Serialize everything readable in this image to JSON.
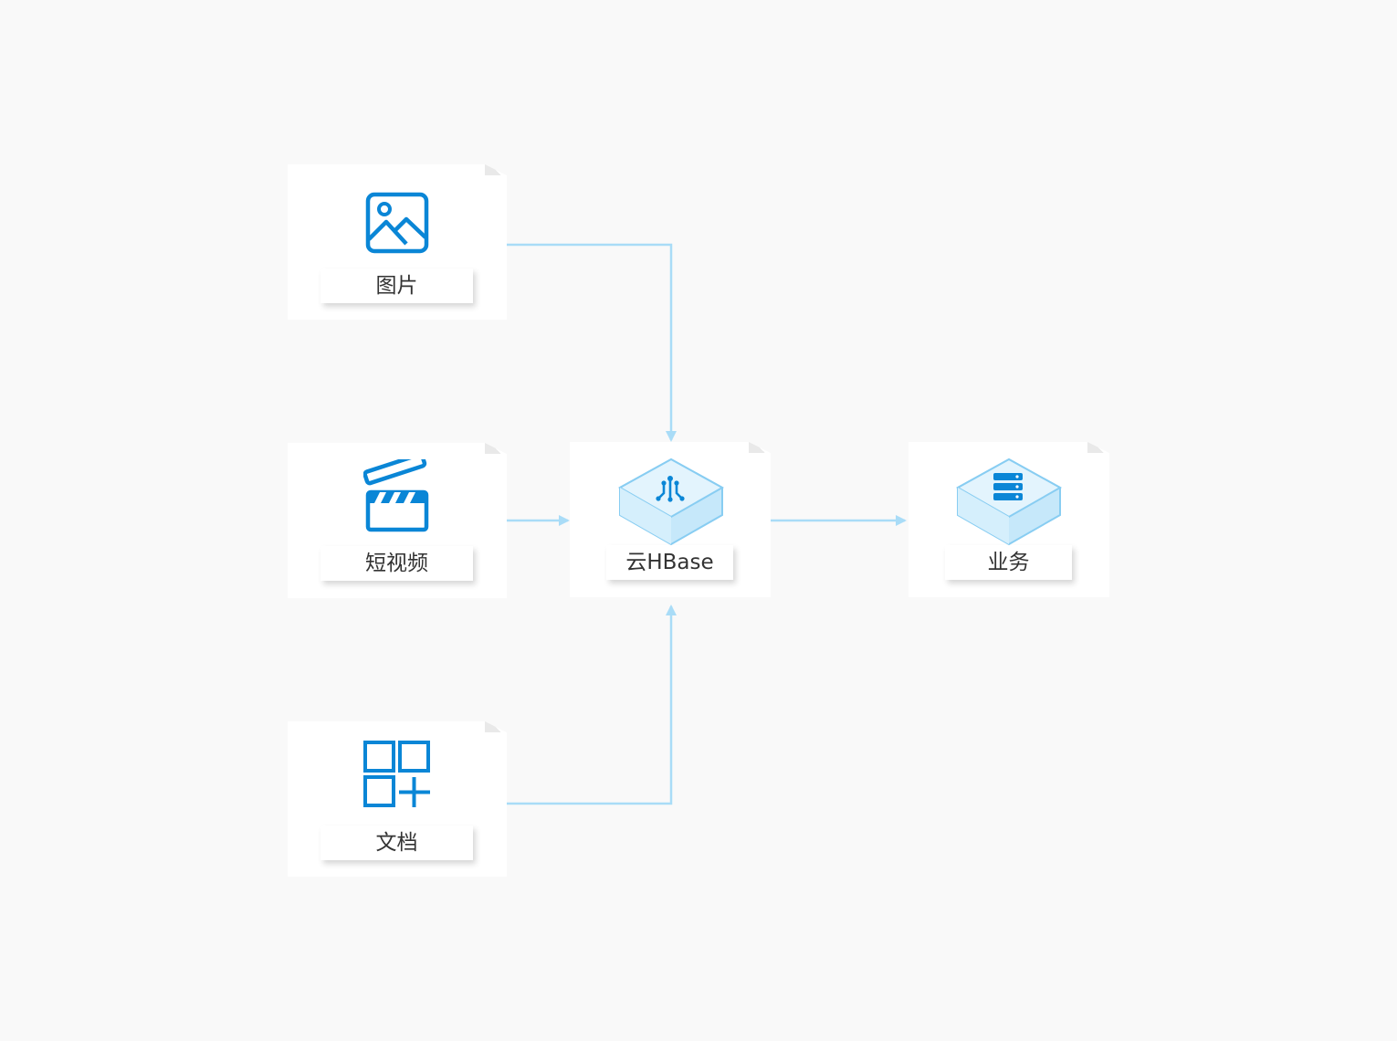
{
  "colors": {
    "accent": "#0a86d6",
    "connector": "#a9dcf7",
    "tile_top": "#e3f4fd",
    "tile_side": "#c6e8fa",
    "tile_edge": "#88cdf2"
  },
  "nodes": {
    "image": {
      "label": "图片",
      "icon": "image-icon"
    },
    "video": {
      "label": "短视频",
      "icon": "clapperboard-icon"
    },
    "document": {
      "label": "文档",
      "icon": "grid-plus-icon"
    },
    "hbase": {
      "label": "云HBase",
      "icon": "cube-circuit-icon"
    },
    "business": {
      "label": "业务",
      "icon": "cube-server-icon"
    }
  }
}
